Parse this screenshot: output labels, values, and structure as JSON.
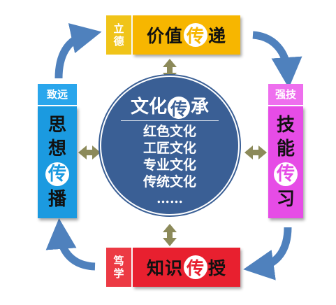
{
  "colors": {
    "top": "#f7b600",
    "top_tag": "#f0c419",
    "right": "#e64ce6",
    "right_tag": "#ee6fee",
    "bottom": "#e8202f",
    "bottom_tag": "#ec3a44",
    "left": "#1b9ae0",
    "left_tag": "#2aa6ec",
    "center": "#3a5f95",
    "cycle_arrow": "#4f81bd",
    "connector": "#8c8a5a"
  },
  "center": {
    "title_pre": "文化",
    "title_circle": "传",
    "title_post": "承",
    "items": [
      "红色文化",
      "工匠文化",
      "专业文化",
      "传统文化",
      "……"
    ]
  },
  "top": {
    "tag": [
      "立",
      "德"
    ],
    "pre": "价值",
    "circle": "传",
    "post": "递"
  },
  "right": {
    "tag": "强技",
    "pre": [
      "技",
      "能"
    ],
    "circle": "传",
    "post": [
      "习"
    ]
  },
  "bottom": {
    "tag": [
      "笃",
      "学"
    ],
    "pre": "知识",
    "circle": "传",
    "post": "授"
  },
  "left": {
    "tag": "致远",
    "pre": [
      "思",
      "想"
    ],
    "circle": "传",
    "post": [
      "播"
    ]
  }
}
